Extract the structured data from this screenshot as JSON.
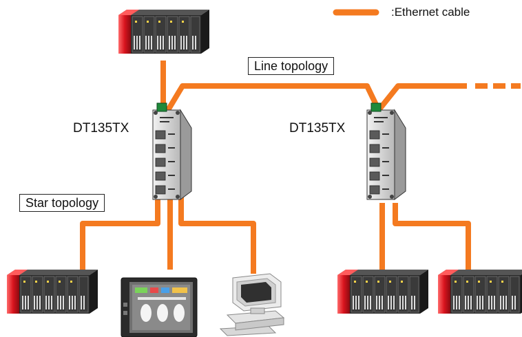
{
  "legend": {
    "label": ":Ethernet cable",
    "cable_color": "#f47a20"
  },
  "labels": {
    "line_topology": "Line topology",
    "star_topology": "Star topology",
    "switch_1": "DT135TX",
    "switch_2": "DT135TX"
  },
  "devices": [
    {
      "name": "plc-top",
      "icon": "plc-icon"
    },
    {
      "name": "switch-1",
      "icon": "switch-icon"
    },
    {
      "name": "switch-2",
      "icon": "switch-icon"
    },
    {
      "name": "plc-bottom-left",
      "icon": "plc-icon"
    },
    {
      "name": "hmi-panel",
      "icon": "touch-panel-icon"
    },
    {
      "name": "personal-computer",
      "icon": "pc-icon"
    },
    {
      "name": "plc-bottom-middle",
      "icon": "plc-icon"
    },
    {
      "name": "plc-bottom-right",
      "icon": "plc-icon"
    }
  ],
  "colors": {
    "cable": "#f47a20",
    "plc_red": "#d9141e",
    "plc_body": "#2a2a2a",
    "switch_body": "#c8c8c8",
    "connector_green": "#1f8a3a"
  }
}
